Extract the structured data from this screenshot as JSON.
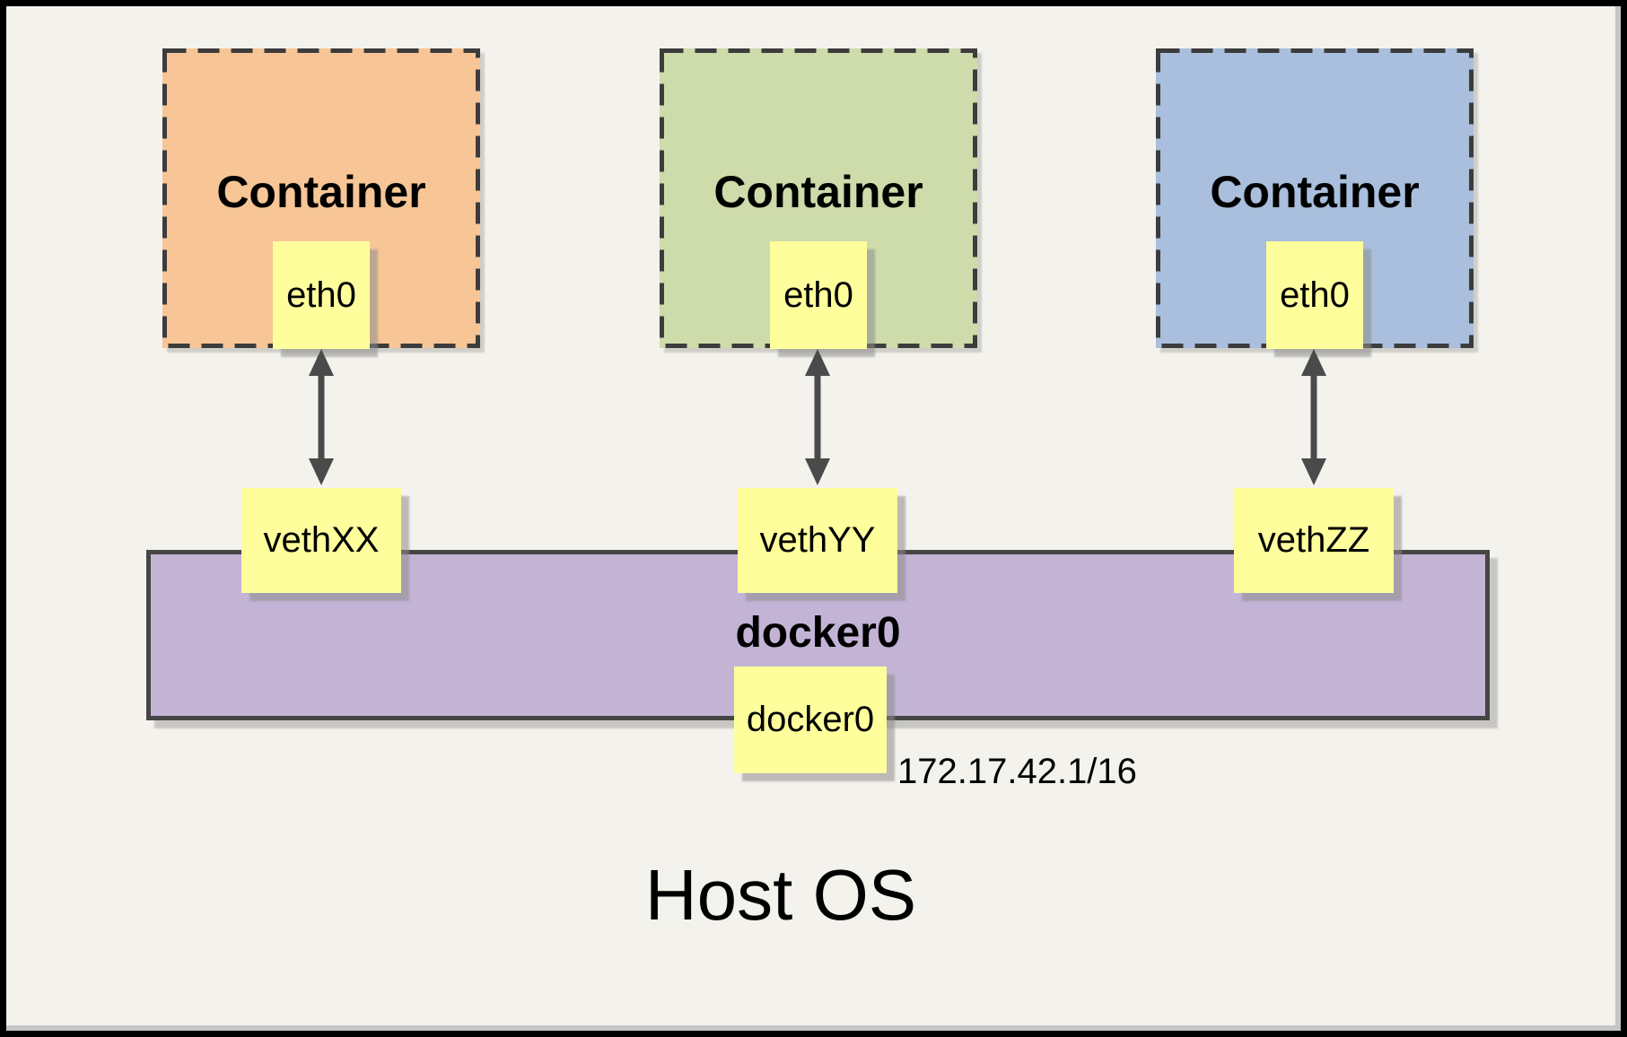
{
  "diagram": {
    "host_label": "Host OS",
    "containers": [
      {
        "label": "Container",
        "interface": "eth0",
        "veth": "vethXX",
        "color": "#f8c696"
      },
      {
        "label": "Container",
        "interface": "eth0",
        "veth": "vethYY",
        "color": "#cedbaa"
      },
      {
        "label": "Container",
        "interface": "eth0",
        "veth": "vethZZ",
        "color": "#a9bfdd"
      }
    ],
    "bridge": {
      "label": "docker0",
      "interface": "docker0",
      "ip": "172.17.42.1/16"
    },
    "colors": {
      "canvas_background": "#f4f2ec",
      "frame": "#000000",
      "frame_shadow": "#c6c6c6",
      "note_yellow": "#feff9c",
      "bridge_purple": "#c3b4d6",
      "dashed_border": "#3c3c3c",
      "arrow_gray": "#4a4a4a"
    }
  }
}
